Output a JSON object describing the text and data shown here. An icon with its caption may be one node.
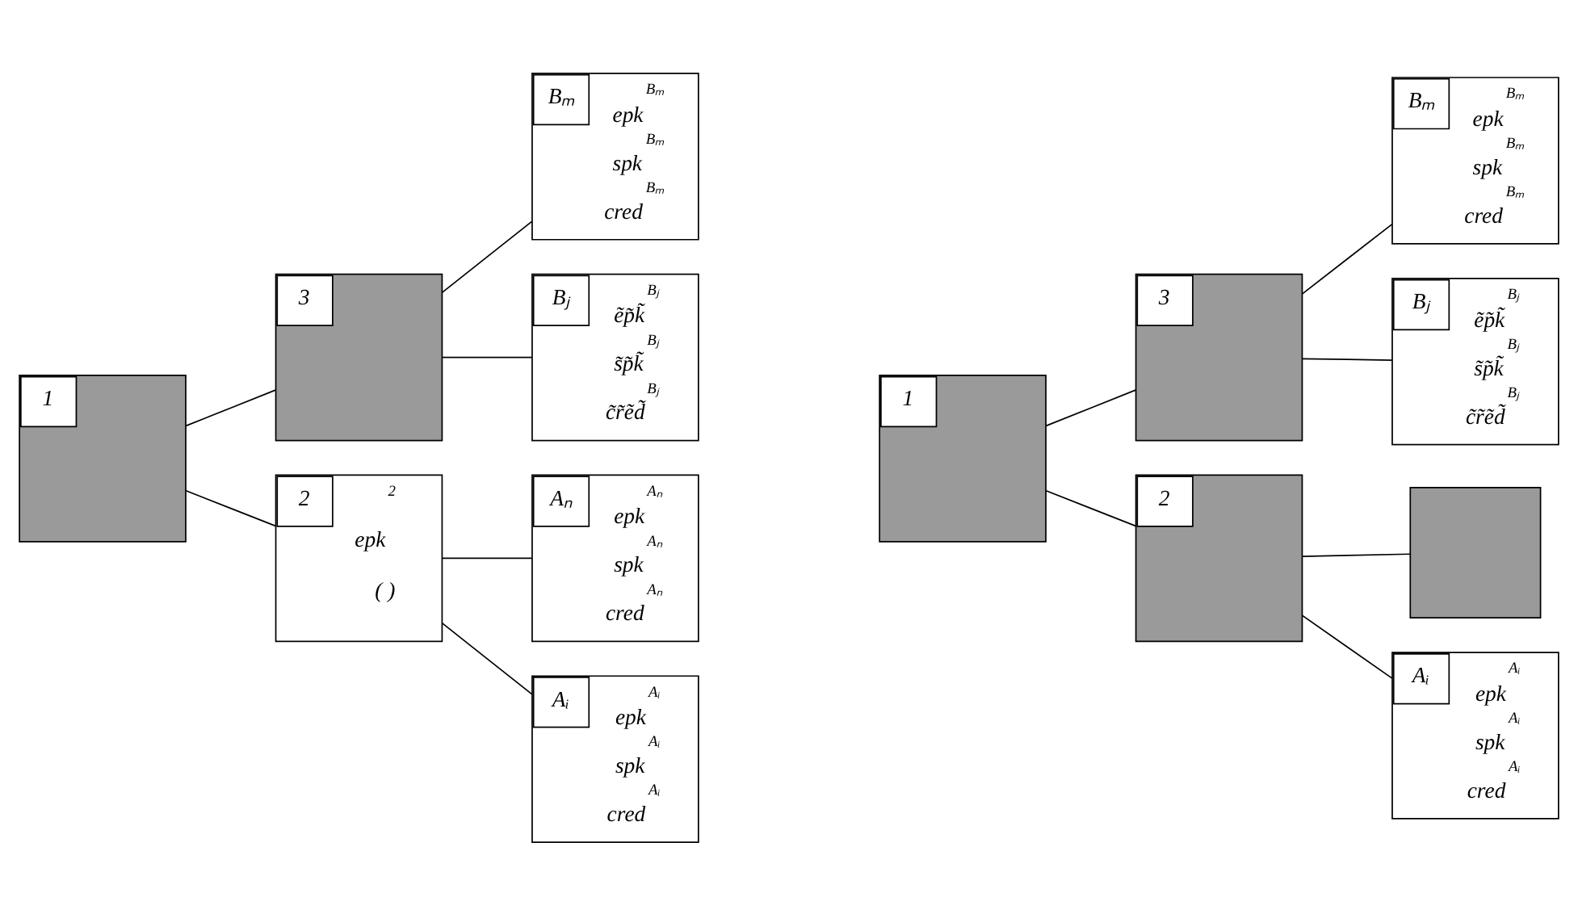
{
  "diagram": {
    "nodes": [
      {
        "text": [
          "1"
        ]
      },
      {
        "text": [
          "3"
        ]
      },
      {
        "text": [
          "2",
          "epk$^{2}$",
          "( )"
        ]
      },
      {
        "text": [
          "Bₘ",
          "epk$^{Bₘ}$",
          "spk$^{Bₘ}$",
          "cred$^{Bₘ}$"
        ]
      },
      {
        "text": [
          "Bⱼ",
          "ẽp̃k̃$^{Bⱼ}$",
          "s̃p̃k̃$^{Bⱼ}$",
          "c̃r̃ẽd̃$^{Bⱼ}$"
        ]
      },
      {
        "text": [
          "Aₙ",
          "epk$^{Aₙ}$",
          "spk$^{Aₙ}$",
          "cred$^{Aₙ}$"
        ]
      },
      {
        "text": [
          "Aᵢ",
          "epk$^{Aᵢ}$",
          "spk$^{Aᵢ}$",
          "cred$^{Aᵢ}$"
        ]
      },
      {
        "text": [
          "1"
        ]
      },
      {
        "text": [
          "3"
        ]
      },
      {
        "text": [
          "2"
        ]
      },
      {
        "text": [
          "Bₘ",
          "epk$^{Bₘ}$",
          "spk$^{Bₘ}$",
          "cred$^{Bₘ}$"
        ]
      },
      {
        "text": [
          "Bⱼ",
          "ẽp̃k̃$^{Bⱼ}$",
          "s̃p̃k̃$^{Bⱼ}$",
          "c̃r̃ẽd̃$^{Bⱼ}$"
        ]
      },
      {
        "text": [],
        "shape": "box"
      },
      {
        "text": [
          "Aᵢ",
          "epk$^{Aᵢ}$",
          "spk$^{Aᵢ}$",
          "cred$^{Aᵢ}$"
        ]
      }
    ],
    "edges": [
      {
        "from": 0,
        "to": 1,
        "arrow": "none"
      },
      {
        "from": 0,
        "to": 2,
        "arrow": "none"
      },
      {
        "from": 1,
        "to": 3,
        "arrow": "none"
      },
      {
        "from": 1,
        "to": 4,
        "arrow": "none"
      },
      {
        "from": 2,
        "to": 5,
        "arrow": "none"
      },
      {
        "from": 2,
        "to": 6,
        "arrow": "none"
      },
      {
        "from": 7,
        "to": 8,
        "arrow": "none"
      },
      {
        "from": 7,
        "to": 9,
        "arrow": "none"
      },
      {
        "from": 8,
        "to": 10,
        "arrow": "none"
      },
      {
        "from": 8,
        "to": 11,
        "arrow": "none"
      },
      {
        "from": 9,
        "to": 12,
        "arrow": "none"
      },
      {
        "from": 9,
        "to": 13,
        "arrow": "none"
      }
    ]
  }
}
